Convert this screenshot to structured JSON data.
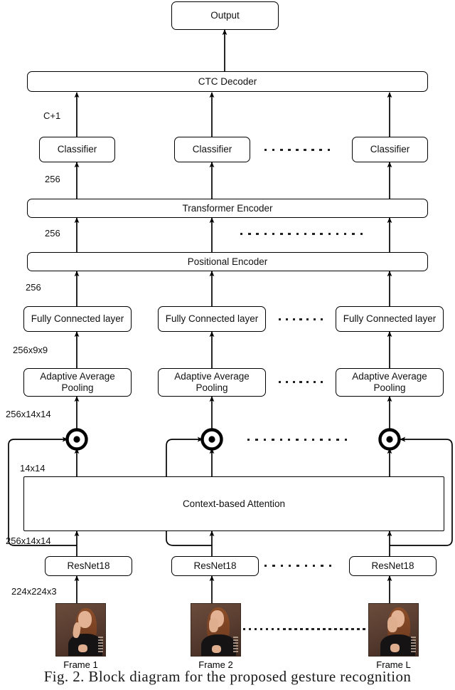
{
  "figure": {
    "caption": "Fig. 2.  Block diagram for the proposed gesture recognition",
    "type": "neural-network-block-diagram"
  },
  "nodes": {
    "output": "Output",
    "ctc_decoder": "CTC Decoder",
    "transformer_encoder": "Transformer Encoder",
    "positional_encoder": "Positional Encoder",
    "context_attention": "Context-based Attention",
    "classifier": "Classifier",
    "fully_connected": "Fully Connected layer",
    "adaptive_pooling": "Adaptive Average\nPooling",
    "adaptive_pooling_l1": "Adaptive Average",
    "adaptive_pooling_l2": "Pooling",
    "resnet": "ResNet18"
  },
  "edge_labels": {
    "classifier_to_ctc": "C+1",
    "transformer_out": "256",
    "positional_out": "256",
    "fc_out": "256",
    "pooling_out": "256x9x9",
    "multiply_out": "256x14x14",
    "attention_out": "14x14",
    "resnet_out": "256x14x14",
    "frame_in": "224x224x3"
  },
  "columns": [
    {
      "index": 0,
      "frame_label": "Frame 1"
    },
    {
      "index": 1,
      "frame_label": "Frame 2"
    },
    {
      "index": 2,
      "frame_label": "Frame L"
    }
  ],
  "ellipses": {
    "classifier_row": 9,
    "positional_row": 16,
    "fc_row": 7,
    "pooling_row": 7,
    "multiply_row": 13,
    "resnet_row": 9,
    "frame_row": 22
  },
  "colors": {
    "stroke": "#000000",
    "fill": "#ffffff",
    "text": "#111111",
    "thumb_background": "#5a3e31",
    "thumb_skin": "#e3b294",
    "thumb_hair": "#7d4423",
    "thumb_clothing": "#151314"
  }
}
